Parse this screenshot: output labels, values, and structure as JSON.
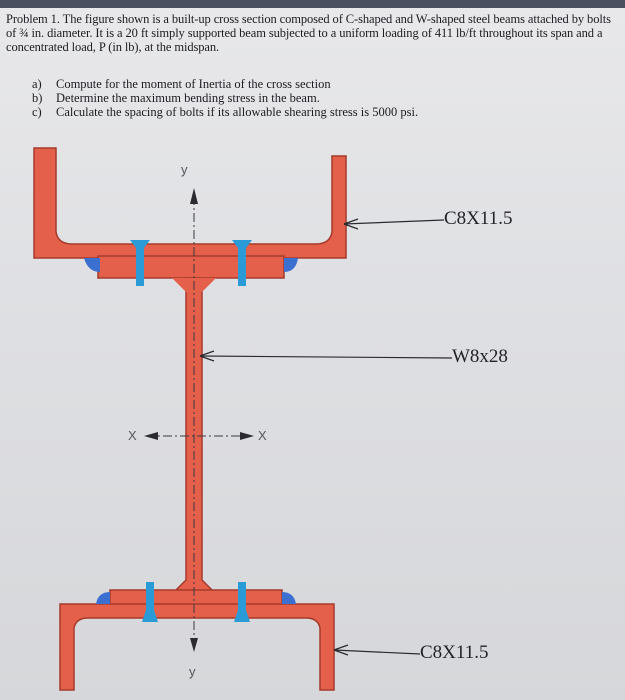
{
  "problem": {
    "text": "Problem 1. The figure shown is a built-up cross section composed of C-shaped and W-shaped steel beams attached by bolts of ¾ in. diameter. It is a 20 ft simply supported beam subjected to a uniform loading of 411 lb/ft throughout its span and a concentrated load, P (in lb), at the midspan."
  },
  "tasks": [
    {
      "label": "a)",
      "text": "Compute for the moment of Inertia of the cross section"
    },
    {
      "label": "b)",
      "text": "Determine the maximum bending stress in the beam."
    },
    {
      "label": "c)",
      "text": "Calculate the spacing of bolts if its allowable shearing stress is 5000 psi."
    }
  ],
  "figure": {
    "top_channel_label": "C8X11.5",
    "wide_flange_label": "W8x28",
    "bottom_channel_label": "C8X11.5",
    "axis_y_top": "y",
    "axis_y_bottom": "y",
    "axis_x_left": "X",
    "axis_x_right": "X"
  },
  "colors": {
    "steel": "#e4604b",
    "steel_outline": "#a53a2a",
    "bolt": "#2b9bd8",
    "weld_blue": "#3b6fd0",
    "leader": "#2a2a30"
  }
}
